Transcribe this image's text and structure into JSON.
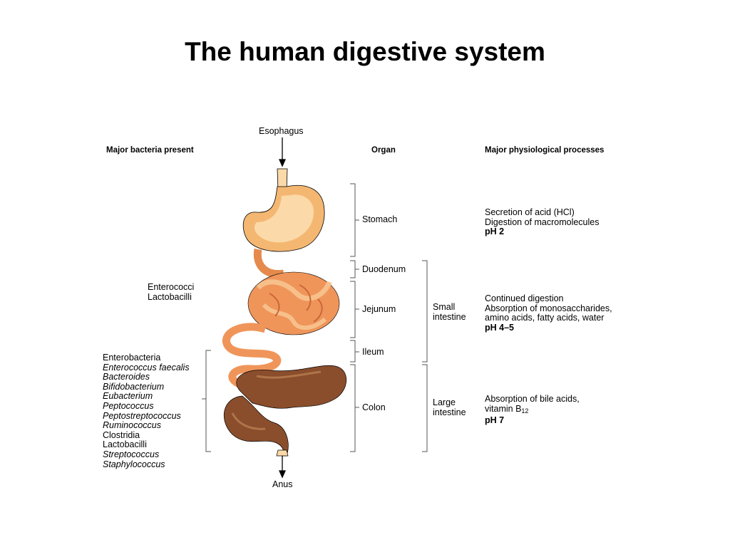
{
  "title": "The human digestive system",
  "headers": {
    "bacteria": "Major bacteria present",
    "organ": "Organ",
    "processes": "Major physiological processes"
  },
  "esophagus": "Esophagus",
  "anus": "Anus",
  "organs": {
    "stomach": "Stomach",
    "duodenum": "Duodenum",
    "jejunum": "Jejunum",
    "ileum": "Ileum",
    "colon": "Colon"
  },
  "sections": {
    "small_intestine": [
      "Small",
      "intestine"
    ],
    "large_intestine": [
      "Large",
      "intestine"
    ]
  },
  "bacteria": {
    "small_intestine": [
      "Enterococci",
      "Lactobacilli"
    ],
    "large_intestine": [
      {
        "name": "Enterobacteria",
        "italic": false
      },
      {
        "name": "Enterococcus faecalis",
        "italic": true
      },
      {
        "name": "Bacteroides",
        "italic": true
      },
      {
        "name": "Bifidobacterium",
        "italic": true
      },
      {
        "name": "Eubacterium",
        "italic": true
      },
      {
        "name": "Peptococcus",
        "italic": true
      },
      {
        "name": "Peptostreptococcus",
        "italic": true
      },
      {
        "name": "Ruminococcus",
        "italic": true
      },
      {
        "name": "Clostridia",
        "italic": false
      },
      {
        "name": "Lactobacilli",
        "italic": false
      },
      {
        "name": "Streptococcus",
        "italic": true
      },
      {
        "name": "Staphylococcus",
        "italic": true
      }
    ]
  },
  "processes": {
    "stomach": {
      "lines": [
        "Secretion of acid (HCl)",
        "Digestion of macromolecules"
      ],
      "ph": "pH 2"
    },
    "small_intestine": {
      "lines": [
        "Continued digestion",
        "Absorption of monosaccharides,",
        "amino acids, fatty acids, water"
      ],
      "ph": "pH 4–5"
    },
    "large_intestine": {
      "line1": "Absorption of bile acids,",
      "line2_prefix": "vitamin B",
      "line2_sub": "12",
      "ph": "pH 7"
    }
  },
  "colors": {
    "stomach_outer": "#f4b772",
    "stomach_inner": "#fbd9a8",
    "small_intestine": "#f0955a",
    "small_intestine_highlight": "#f7c08a",
    "colon": "#8a4e2c",
    "colon_light": "#b0744a",
    "line": "#555555"
  }
}
